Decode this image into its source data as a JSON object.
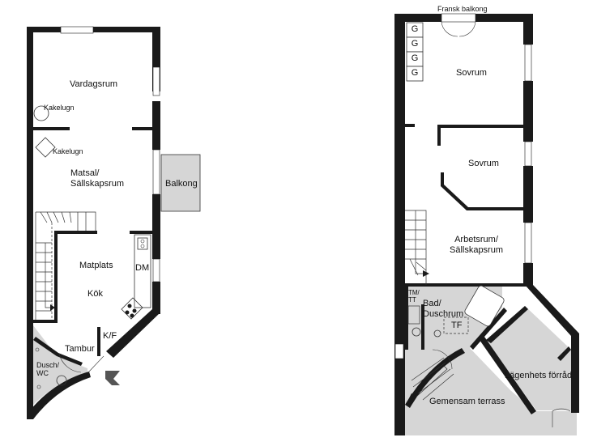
{
  "plan_left": {
    "vardagsrum": "Vardagsrum",
    "kakelugn_1": "Kakelugn",
    "kakelugn_2": "Kakelugn",
    "matsal_line1": "Matsal/",
    "matsal_line2": "Sällskapsrum",
    "balkong": "Balkong",
    "matplats": "Matplats",
    "dm": "DM",
    "kok": "Kök",
    "kf": "K/F",
    "tambur": "Tambur",
    "dusch_line1": "Dusch/",
    "dusch_line2": "WC"
  },
  "plan_right": {
    "fransk_balkong": "Fransk balkong",
    "g_labels": [
      "G",
      "G",
      "G",
      "G"
    ],
    "sovrum_1": "Sovrum",
    "sovrum_2": "Sovrum",
    "arbetsrum_line1": "Arbetsrum/",
    "arbetsrum_line2": "Sällskapsrum",
    "tmtt_line1": "TM/",
    "tmtt_line2": "TT",
    "bad_line1": "Bad/",
    "bad_line2": "Duschrum",
    "tf": "TF",
    "lagenhets_forrad": "Lägenhets förråd",
    "gemensam_terrass": "Gemensam terrass"
  },
  "colors": {
    "wall": "#1a1a1a",
    "floor_grey": "#d6d6d6",
    "window": "#ffffff",
    "entry_arrow": "#555555"
  }
}
